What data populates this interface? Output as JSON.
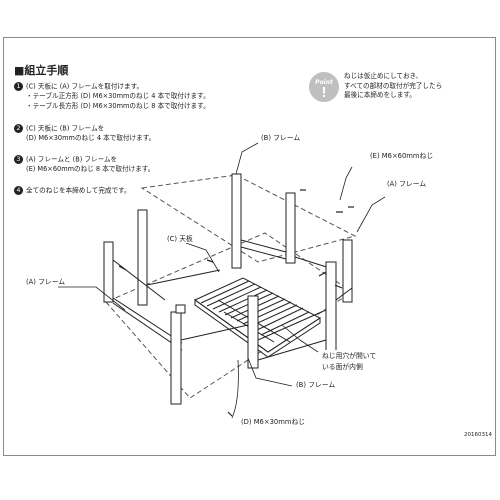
{
  "heading": "■組立手順",
  "steps": [
    {
      "num": "1",
      "lines": [
        "(C) 天板に (A) フレームを取付けます。",
        "・テーブル正方形  (D) M6×30mmのねじ 4 本で取付けます。",
        "・テーブル長方形  (D) M6×30mmのねじ 8 本で取付けます。"
      ]
    },
    {
      "num": "2",
      "lines": [
        "(C) 天板に (B) フレームを",
        "(D) M6×30mmのねじ 4 本で取付けます。"
      ]
    },
    {
      "num": "3",
      "lines": [
        "(A) フレームと (B) フレームを",
        "(E) M6×60mmのねじ 8 本で取付けます。"
      ]
    },
    {
      "num": "4",
      "lines": [
        "全てのねじを本締めして完成です。"
      ]
    }
  ],
  "point": {
    "badge": "Point",
    "lines": [
      "ねじは仮止めにしておき、",
      "すべての部材の取付が完了したら",
      "最後に本締めをします。"
    ]
  },
  "labels": {
    "b_frame_top": "(B) フレーム",
    "e_screw": "(E) M6×60mmねじ",
    "a_frame_right": "(A) フレーム",
    "c_top": "(C) 天板",
    "a_frame_left": "(A) フレーム",
    "hole_note_1": "ねじ用穴が開いて",
    "hole_note_2": "いる面が内側",
    "b_frame_bottom": "(B) フレーム",
    "d_screw": "(D) M6×30mmねじ"
  },
  "date_code": "20160314"
}
